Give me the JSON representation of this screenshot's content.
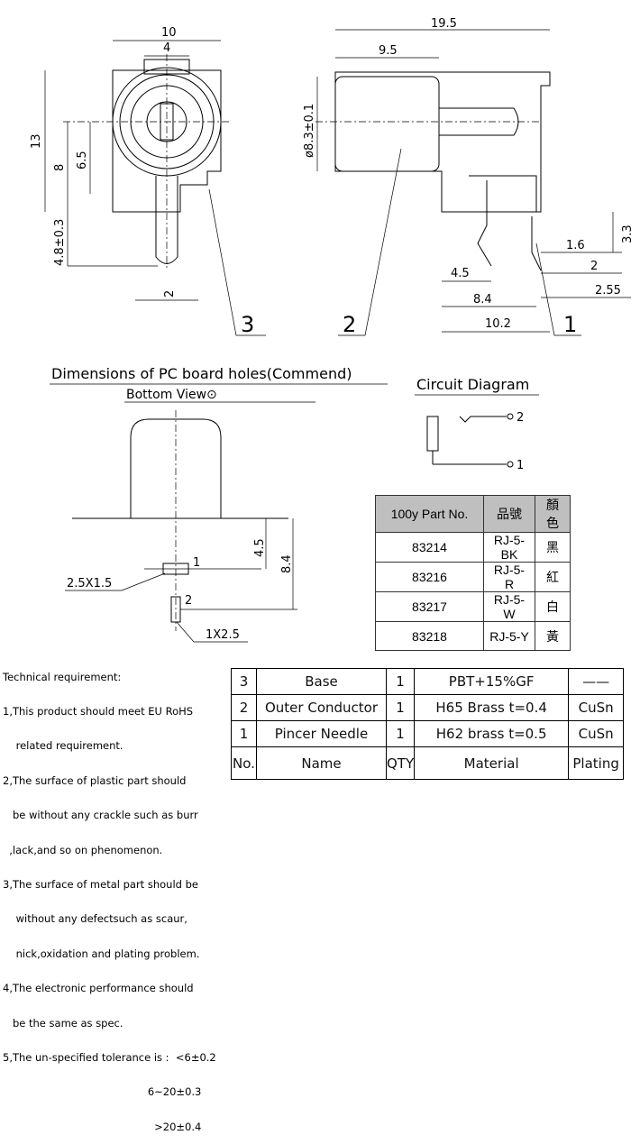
{
  "front_view": {
    "dims": {
      "width": "10",
      "slot": "4",
      "height": "13",
      "center": "8",
      "center2": "6.5",
      "pin_len": "4.8±0.3",
      "pin_pitch": "2"
    },
    "callout": "3"
  },
  "side_view": {
    "dims": {
      "length": "19.5",
      "body": "9.5",
      "diameter": "ø8.3±0.1",
      "h1": "3.3",
      "d1": "1.6",
      "d2": "4.5",
      "d3": "2",
      "d4": "8.4",
      "d5": "2.55",
      "d6": "10.2"
    },
    "callouts": [
      "2",
      "1"
    ]
  },
  "pcb": {
    "title": "Dimensions of PC board holes(Commend)",
    "subtitle": "Bottom View⊙",
    "dim1": "4.5",
    "dim2": "8.4",
    "hole1_label": "1",
    "hole2_label": "2",
    "hole1_size": "2.5X1.5",
    "hole2_size": "1X2.5"
  },
  "circuit": {
    "title": "Circuit Diagram",
    "pin2": "2",
    "pin1": "1"
  },
  "parts_table": {
    "headers": [
      "100y Part No.",
      "品號",
      "顏色"
    ],
    "rows": [
      [
        "83214",
        "RJ-5-BK",
        "黑"
      ],
      [
        "83216",
        "RJ-5-R",
        "紅"
      ],
      [
        "83217",
        "RJ-5-W",
        "白"
      ],
      [
        "83218",
        "RJ-5-Y",
        "黃"
      ]
    ]
  },
  "bom": {
    "rows": [
      [
        "3",
        "Base",
        "1",
        "PBT+15%GF",
        "——"
      ],
      [
        "2",
        "Outer Conductor",
        "1",
        "H65 Brass t=0.4",
        "CuSn"
      ],
      [
        "1",
        "Pincer Needle",
        "1",
        "H62 brass t=0.5",
        "CuSn"
      ],
      [
        "No.",
        "Name",
        "QTY",
        "Material",
        "Plating"
      ]
    ]
  },
  "tech": {
    "lines": [
      "Technical requirement:",
      "1,This product should meet EU RoHS",
      "    related requirement.",
      "2,The surface of plastic part should",
      "   be without any crackle such as burr",
      "  ,lack,and so on phenomenon.",
      "3,The surface of metal part should be",
      "    without any defectsuch as scaur,",
      "    nick,oxidation and plating problem.",
      "4,The electronic performance should",
      "   be the same as spec.",
      "5,The un-specified tolerance is :  <6±0.2",
      "                                            6~20±0.3",
      "                                              >20±0.4"
    ]
  }
}
